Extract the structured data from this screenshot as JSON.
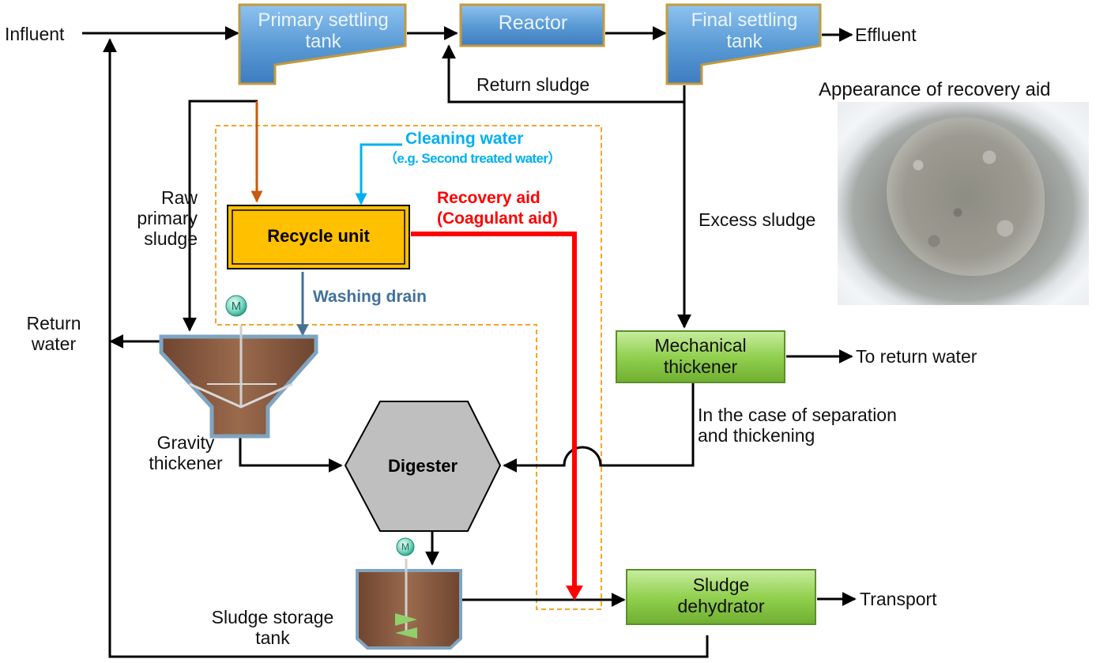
{
  "nodes": {
    "primary_settling_tank": "Primary settling\ntank",
    "reactor": "Reactor",
    "final_settling_tank": "Final settling\ntank",
    "recycle_unit": "Recycle unit",
    "mechanical_thickener": "Mechanical\nthickener",
    "digester": "Digester",
    "sludge_dehydrator": "Sludge\ndehydrator",
    "gravity_thickener": "Gravity\nthickener",
    "sludge_storage_tank": "Sludge storage\ntank",
    "motor_symbol": "M"
  },
  "labels": {
    "influent": "Influent",
    "effluent": "Effluent",
    "return_sludge": "Return sludge",
    "appearance_title": "Appearance of recovery aid",
    "cleaning_water": "Cleaning water",
    "cleaning_water_example": "（e.g. Second treated water）",
    "recovery_aid": "Recovery aid\n(Coagulant aid)",
    "raw_primary_sludge": "Raw\nprimary\nsludge",
    "excess_sludge": "Excess sludge",
    "washing_drain": "Washing drain",
    "return_water": "Return\nwater",
    "to_return_water": "To return water",
    "separation_note": "In the case of separation\nand thickening",
    "transport": "Transport"
  },
  "colors": {
    "blue_tank": "#5b9bd5",
    "green_box": "#92d050",
    "recycle_fill": "#ffc000",
    "digester_fill": "#bfbfbf",
    "recovery_line": "#ff0000",
    "cleaning_water": "#00b0f0",
    "washing_drain": "#41719c",
    "primary_sludge_line": "#c55a11",
    "dashed_boundary": "#f4a52c",
    "thickener_fill": "#8b5a3c"
  }
}
